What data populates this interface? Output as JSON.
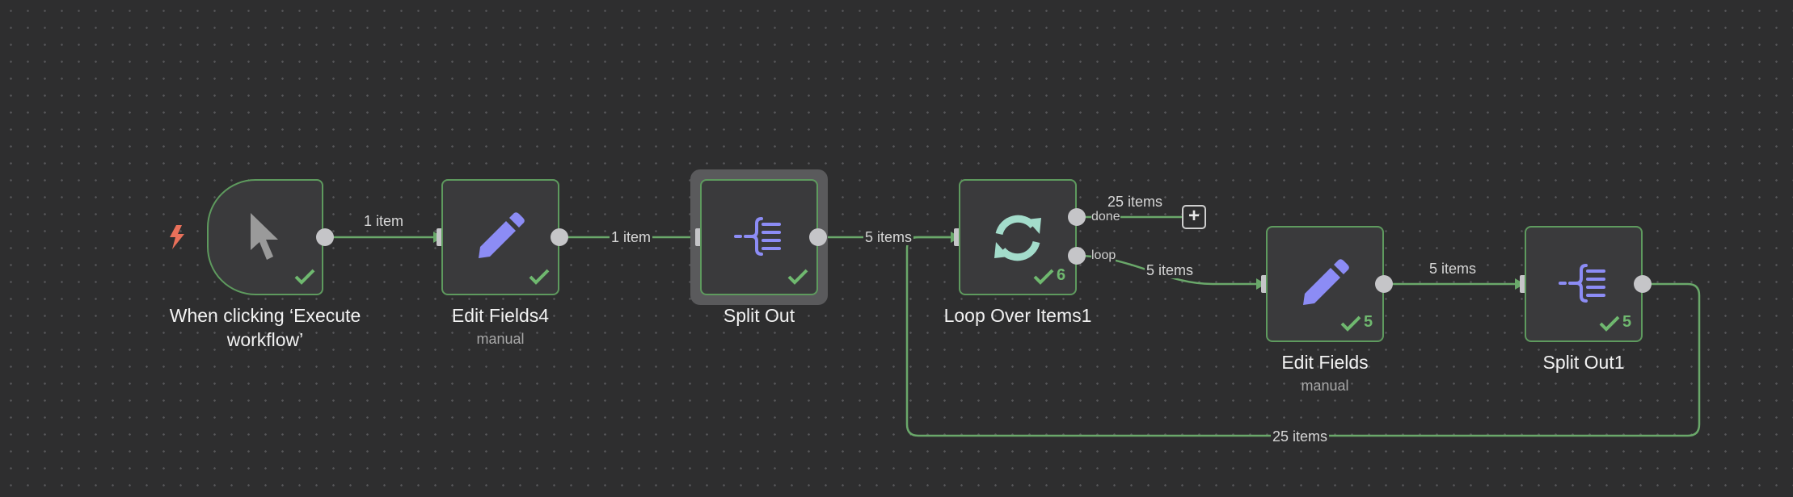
{
  "nodes": {
    "trigger": {
      "title": "When clicking ‘Execute workflow’"
    },
    "edit_fields4": {
      "title": "Edit Fields4",
      "subtitle": "manual"
    },
    "split_out": {
      "title": "Split Out"
    },
    "loop_over_items1": {
      "title": "Loop Over Items1",
      "run_count": "6",
      "output_done": "done",
      "output_loop": "loop"
    },
    "edit_fields": {
      "title": "Edit Fields",
      "subtitle": "manual",
      "run_count": "5"
    },
    "split_out1": {
      "title": "Split Out1",
      "run_count": "5"
    }
  },
  "edges": {
    "trigger_to_edit4": "1 item",
    "edit4_to_split": "1 item",
    "split_to_loop": "5 items",
    "done_output": "25 items",
    "loop_to_edit": "5 items",
    "edit_to_split1": "5 items",
    "split1_back_to_loop": "25 items"
  },
  "icons": {
    "trigger_bolt": "lightning-bolt-icon",
    "trigger_node": "cursor-pointer-icon",
    "edit_node": "pencil-icon",
    "split_node": "split-out-icon",
    "loop_node": "refresh-loop-icon",
    "success": "checkmark-icon",
    "add": "plus-square-icon"
  },
  "colors": {
    "canvas_bg": "#2e2e2f",
    "node_bg": "#3a3a3c",
    "success_green": "#5e9a5e",
    "edge_green": "#6aa86a",
    "icon_purple": "#8c8cf5",
    "icon_mint": "#a3dccb",
    "bolt_red": "#e8705a"
  }
}
